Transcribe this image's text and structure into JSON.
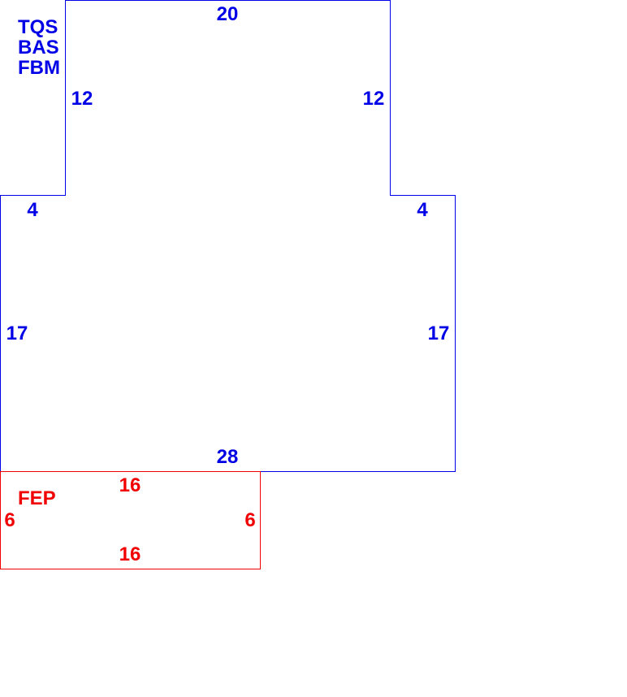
{
  "colors": {
    "main": "#0000e6",
    "annex": "#f00000"
  },
  "main_area": {
    "labels": [
      "TQS",
      "BAS",
      "FBM"
    ],
    "dims": {
      "top": "20",
      "upper_left": "12",
      "upper_right": "12",
      "step_left": "4",
      "step_right": "4",
      "lower_left": "17",
      "lower_right": "17",
      "bottom": "28"
    }
  },
  "annex_area": {
    "label": "FEP",
    "dims": {
      "top": "16",
      "left": "6",
      "right": "6",
      "bottom": "16"
    }
  }
}
